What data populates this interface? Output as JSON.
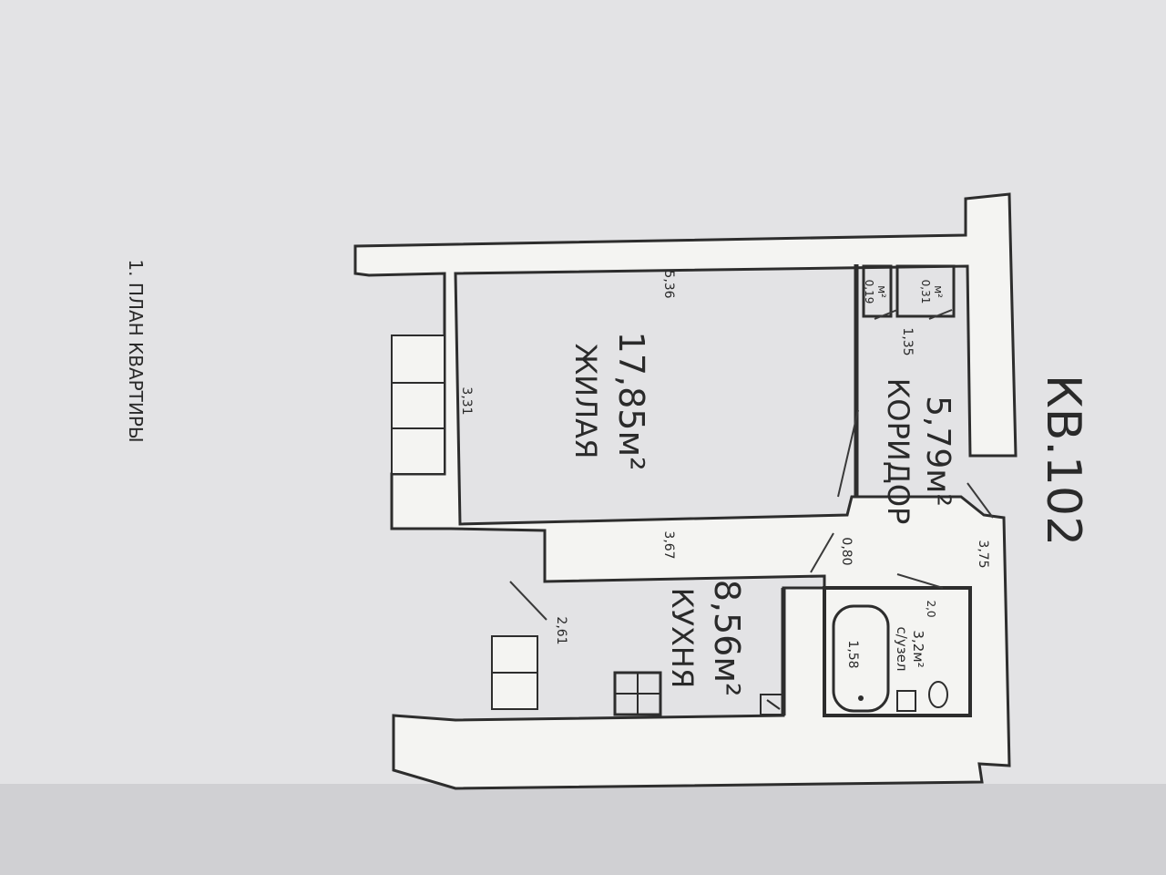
{
  "heading": "1. ПЛАН КВАРТИРЫ",
  "apartment": "КВ.102",
  "rooms": {
    "living": {
      "name": "ЖИЛАЯ",
      "area": "17,85м²"
    },
    "kitchen": {
      "name": "КУХНЯ",
      "area": "8,56м²"
    },
    "corridor": {
      "name": "КОРИДОР",
      "area": "5,79м²"
    },
    "bath": {
      "name": "с/узел",
      "area": "3,2м²"
    },
    "closet1": {
      "area": "0,19",
      "unit": "м²"
    },
    "closet2": {
      "area": "0,31",
      "unit": "м²"
    }
  },
  "dimensions": {
    "living_length": "5,36",
    "living_width": "3,31",
    "kitchen_length": "3,67",
    "kitchen_width": "2,61",
    "corridor_length": "3,75",
    "corridor_width": "1,35",
    "passage": "0,80",
    "bath_width": "1,58",
    "bath_depth": "2,0"
  }
}
